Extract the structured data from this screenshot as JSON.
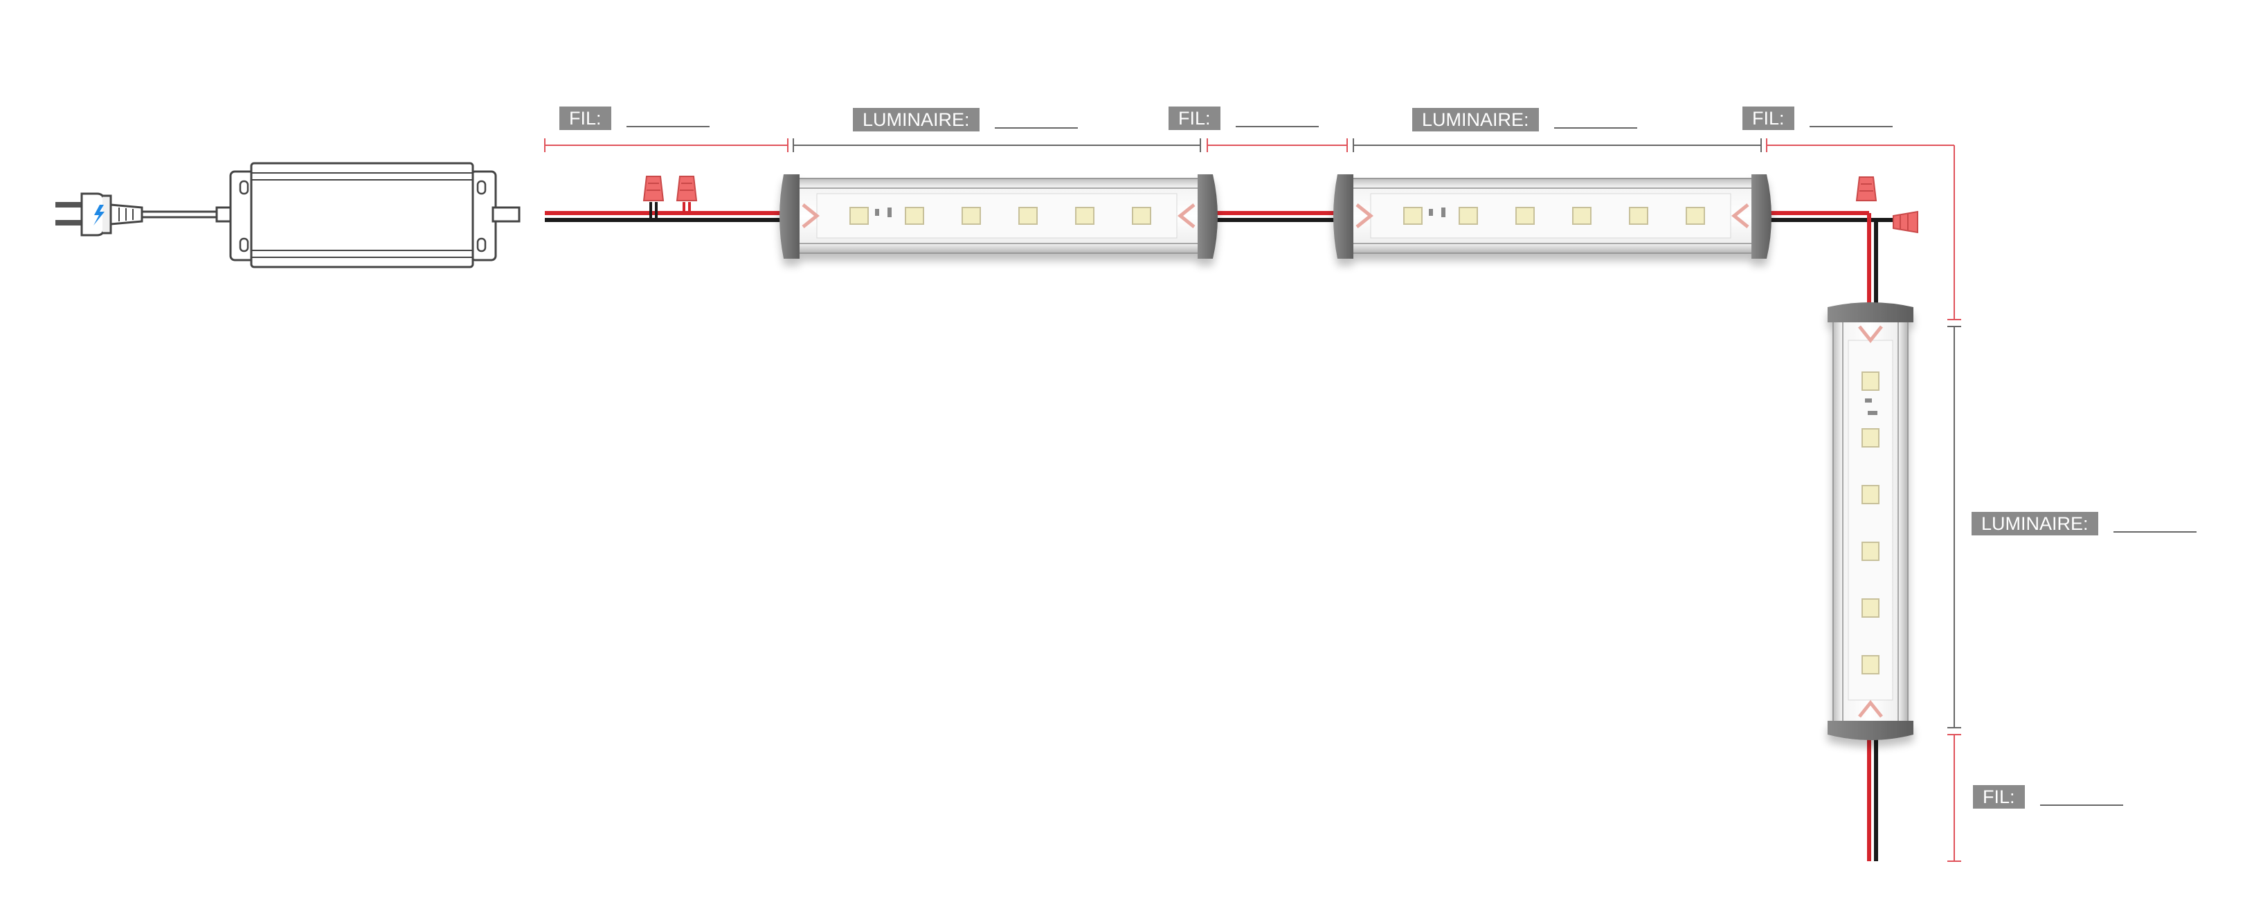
{
  "labels": {
    "wire": "FIL:",
    "fixture": "LUMINAIRE:"
  },
  "colors": {
    "wire_red": "#d4242c",
    "wire_black": "#1a1a1a",
    "dimension_red": "#e0525a",
    "dimension_grey": "#666666",
    "label_bg": "#8a8a8a",
    "connector_red": "#ef6b6b",
    "end_cap": "#6e6e6e",
    "led": "#f3eec3"
  },
  "diagram": {
    "components": [
      {
        "id": "plug",
        "icon": "plug-icon"
      },
      {
        "id": "power-supply",
        "icon": "driver-box"
      },
      {
        "id": "wire-connector-1",
        "icon": "wire-nut-icon"
      },
      {
        "id": "wire-connector-2",
        "icon": "wire-nut-icon"
      },
      {
        "id": "fixture-1",
        "icon": "led-bar",
        "leds": 6
      },
      {
        "id": "fixture-2",
        "icon": "led-bar",
        "leds": 6
      },
      {
        "id": "wire-connector-3",
        "icon": "wire-nut-icon"
      },
      {
        "id": "wire-connector-4",
        "icon": "wire-nut-icon"
      },
      {
        "id": "fixture-3",
        "icon": "led-bar",
        "leds": 6
      }
    ]
  }
}
